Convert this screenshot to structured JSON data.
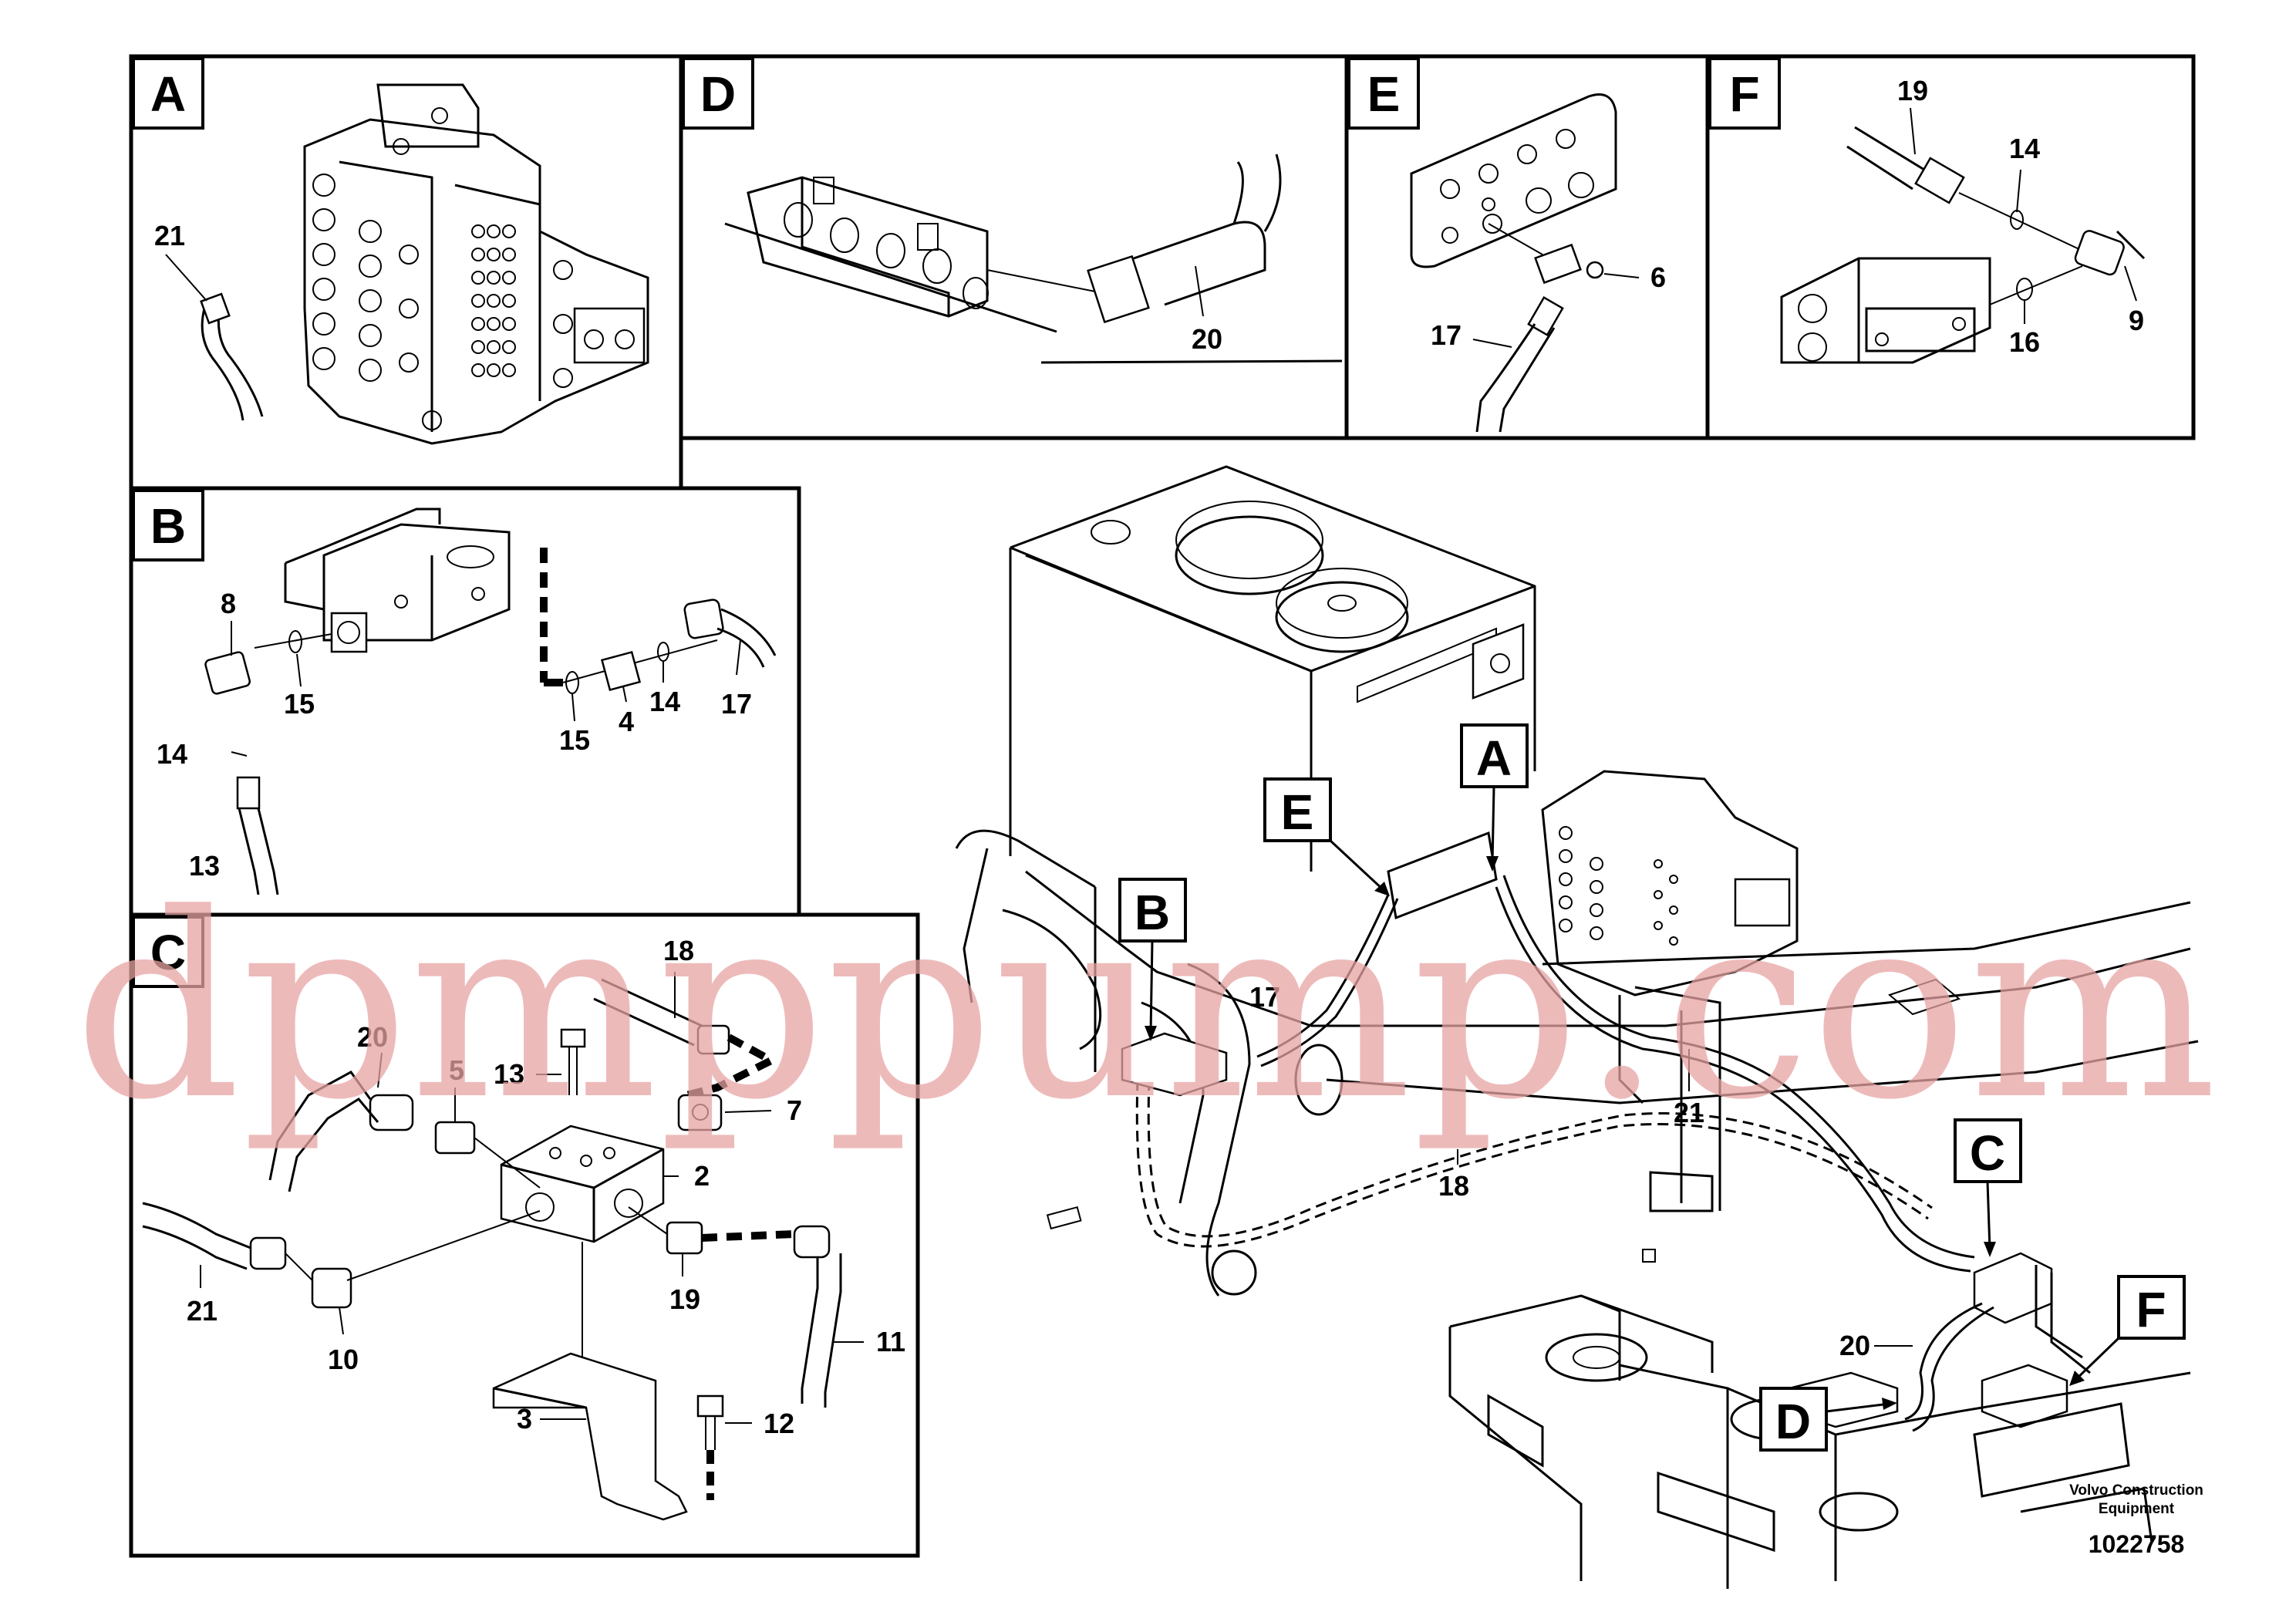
{
  "panels": {
    "A": {
      "letter": "A",
      "callouts": [
        "21"
      ]
    },
    "B": {
      "letter": "B",
      "callouts": [
        "8",
        "15",
        "14",
        "13",
        "15",
        "4",
        "14",
        "17"
      ]
    },
    "C": {
      "letter": "C",
      "callouts": [
        "18",
        "20",
        "5",
        "13",
        "7",
        "2",
        "21",
        "10",
        "11",
        "19",
        "12",
        "3"
      ]
    },
    "D": {
      "letter": "D",
      "callouts": [
        "20"
      ]
    },
    "E": {
      "letter": "E",
      "callouts": [
        "6",
        "17"
      ]
    },
    "F": {
      "letter": "F",
      "callouts": [
        "19",
        "14",
        "9",
        "16"
      ]
    }
  },
  "overview": {
    "pointers": [
      "A",
      "B",
      "C",
      "D",
      "E",
      "F"
    ],
    "callouts": [
      "17",
      "21",
      "18",
      "20"
    ]
  },
  "caption": {
    "line1": "Volvo Construction",
    "line2": "Equipment"
  },
  "document_number": "1022758",
  "watermark": "dpmppump.com",
  "colors": {
    "line": "#000000",
    "watermark": "#e7a3a3",
    "background": "#ffffff"
  }
}
